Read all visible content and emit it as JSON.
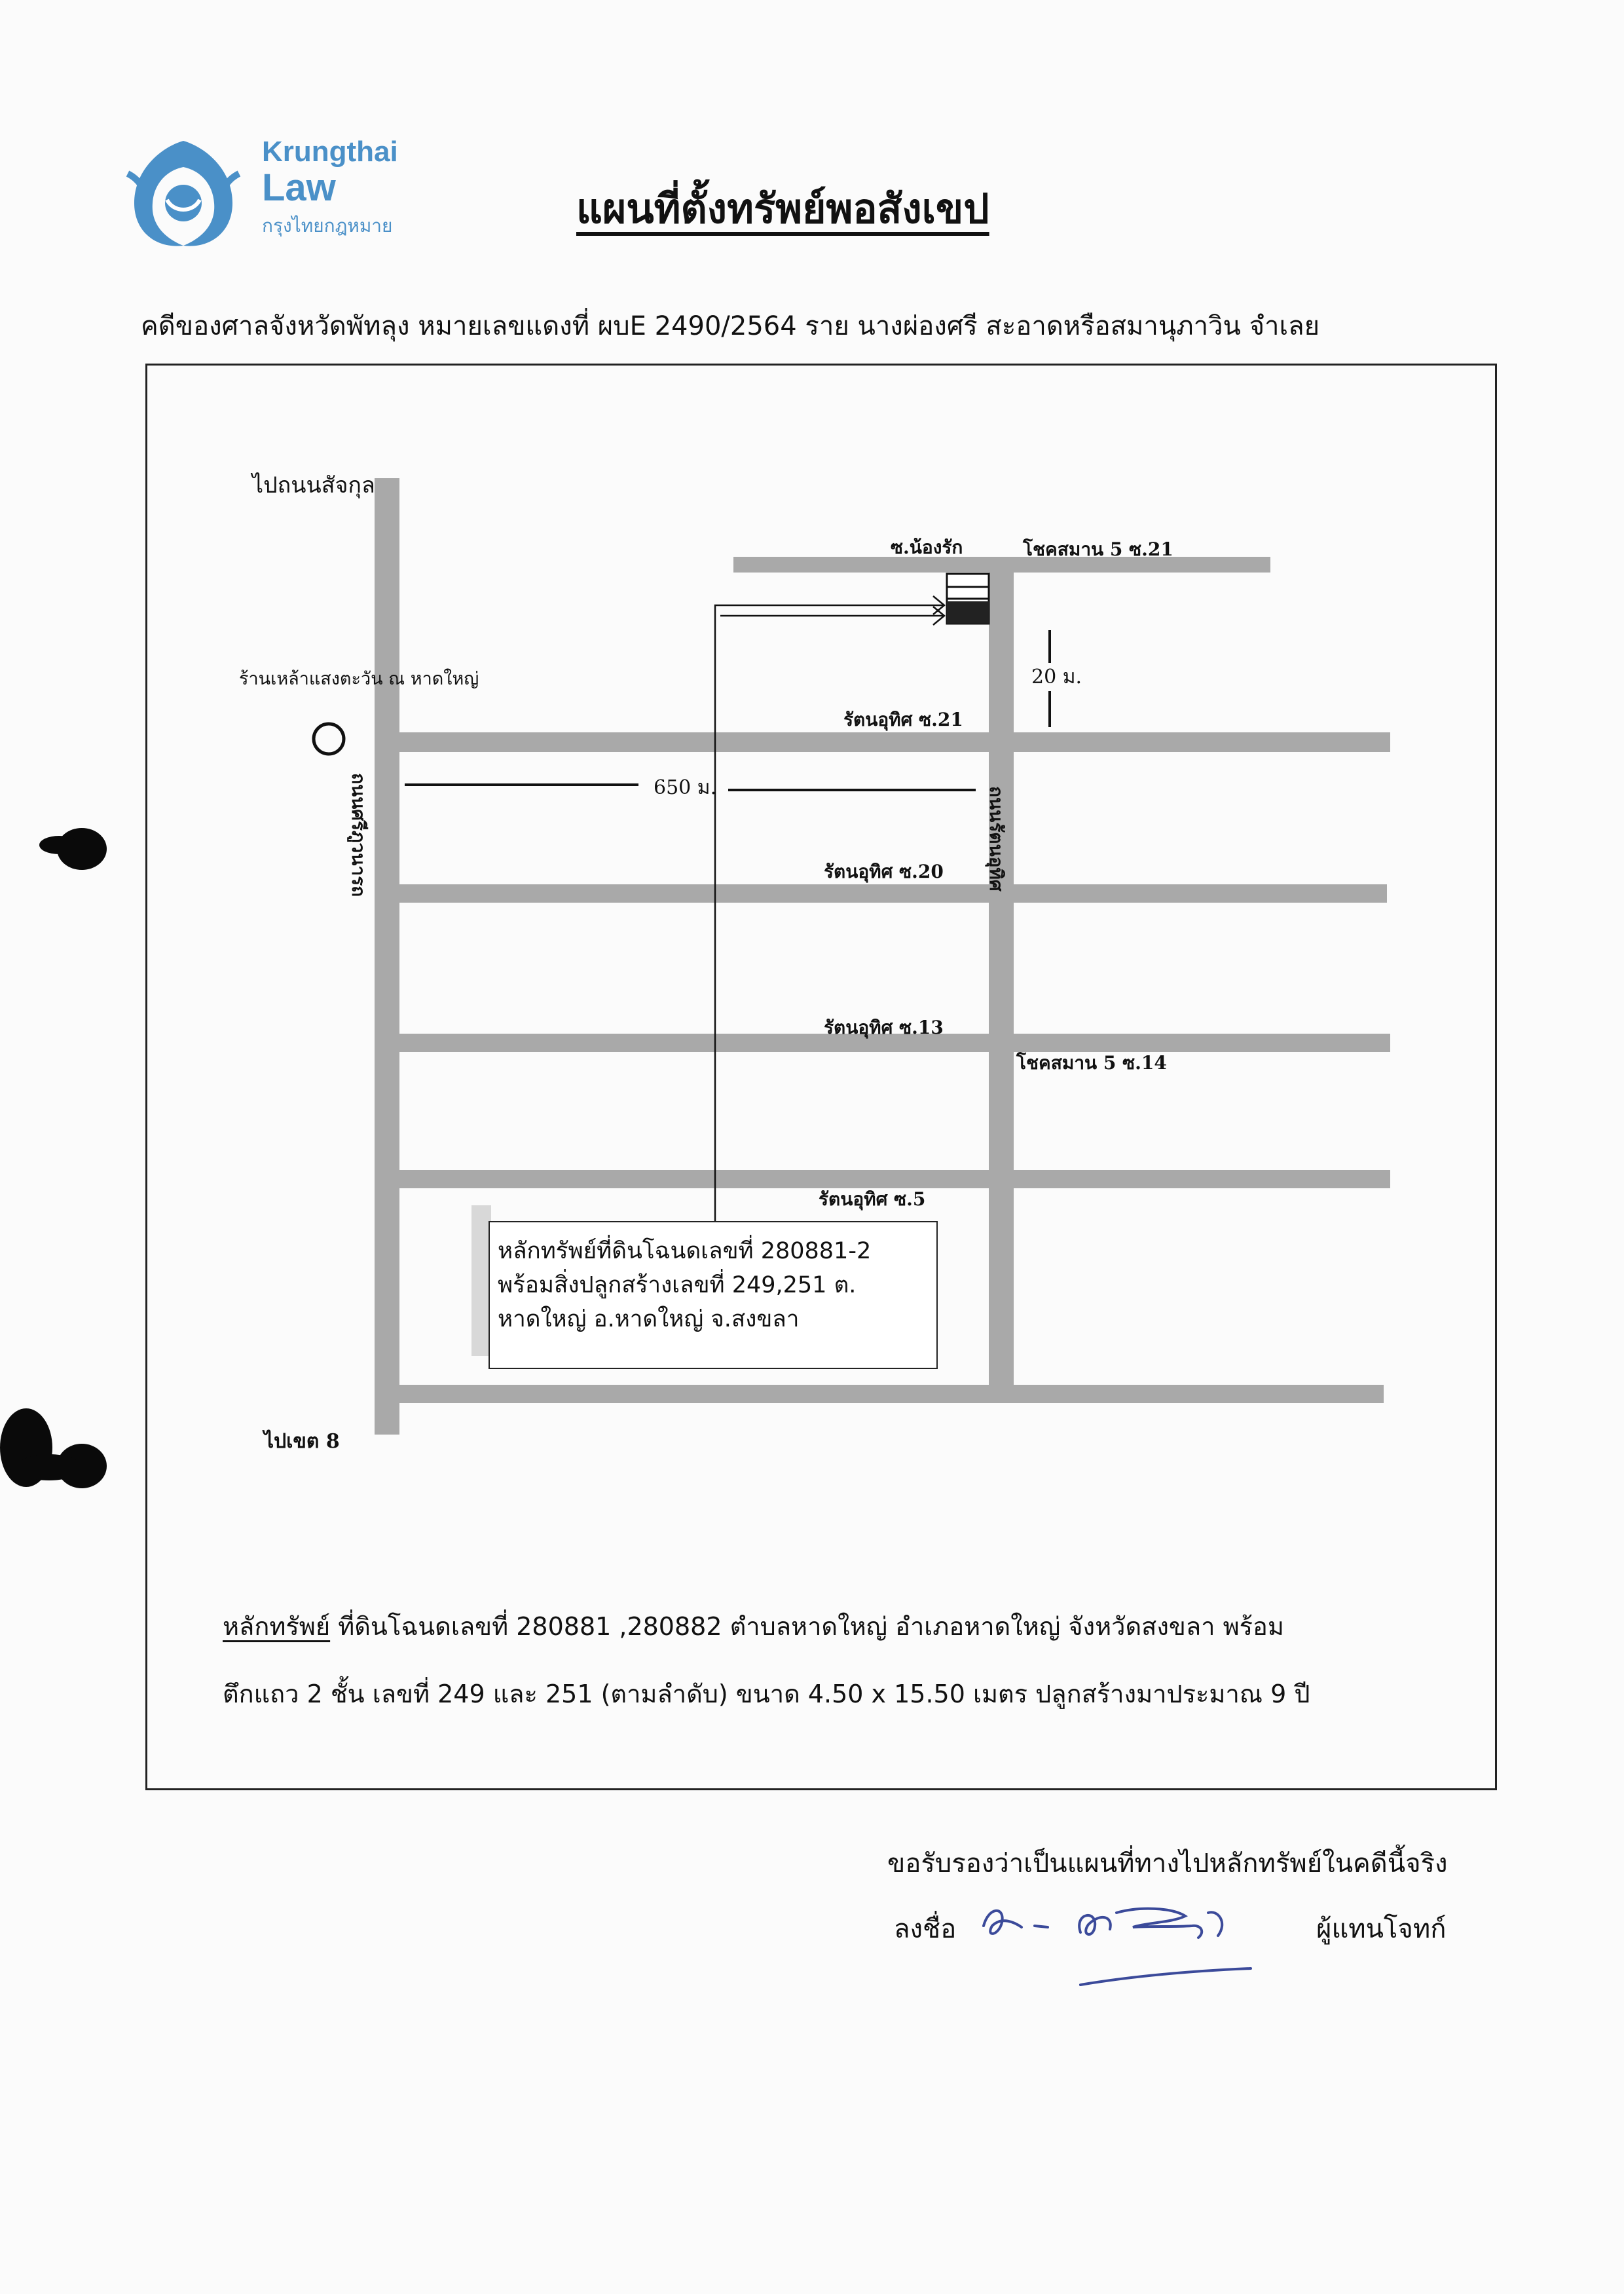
{
  "logo": {
    "line1": "Krungthai",
    "line2": "Law",
    "line3": "กรุงไทยกฎหมาย",
    "color": "#4a90c8"
  },
  "title": "แผนที่ตั้งทรัพย์พอสังเขป",
  "case_line": "คดีของศาลจังหวัดพัทลุง  หมายเลขแดงที่ ผบE 2490/2564 ราย นางผ่องศรี  สะอาดหรือสมานุภาวิน   จำเลย",
  "map": {
    "road_color": "#a9a9a9",
    "labels": {
      "to_north": "ไปถนนสัจกุล",
      "landmark": "ร้านเหล้าแสงตะวัน ณ หาดใหญ่",
      "left_road": "ถนนศรีภูวนารถ",
      "right_road": "ถนนรัตนอุทิศ",
      "soi_top": "ซ.น้องรัก",
      "chok_21": "โชคสมาน 5 ซ.21",
      "distance_20": "20 ม.",
      "rat_21": "รัตนอุทิศ ซ.21",
      "distance_650": "650 ม.",
      "rat_20": "รัตนอุทิศ ซ.20",
      "rat_13": "รัตนอุทิศ ซ.13",
      "chok_14": "โชคสมาน 5 ซ.14",
      "rat_5": "รัตนอุทิศ ซ.5",
      "to_south": "ไปเขต 8"
    },
    "property_box": [
      "หลักทรัพย์ที่ดินโฉนดเลขที่ 280881-2",
      "พร้อมสิ่งปลูกสร้างเลขที่ 249,251 ต.",
      "หาดใหญ่ อ.หาดใหญ่ จ.สงขลา"
    ]
  },
  "description": {
    "lead": "หลักทรัพย์",
    "line1_rest": "  ที่ดินโฉนดเลขที่ 280881 ,280882  ตำบลหาดใหญ่  อำเภอหาดใหญ่ จังหวัดสงขลา  พร้อม",
    "line2": "ตึกแถว 2 ชั้น  เลขที่ 249 และ 251 (ตามลำดับ)  ขนาด  4.50  x 15.50  เมตร ปลูกสร้างมาประมาณ  9  ปี"
  },
  "certification": {
    "text": "ขอรับรองว่าเป็นแผนที่ทางไปหลักทรัพย์ในคดีนี้จริง",
    "sign_label": "ลงชื่อ",
    "signer_role": "ผู้แทนโจทก์"
  }
}
